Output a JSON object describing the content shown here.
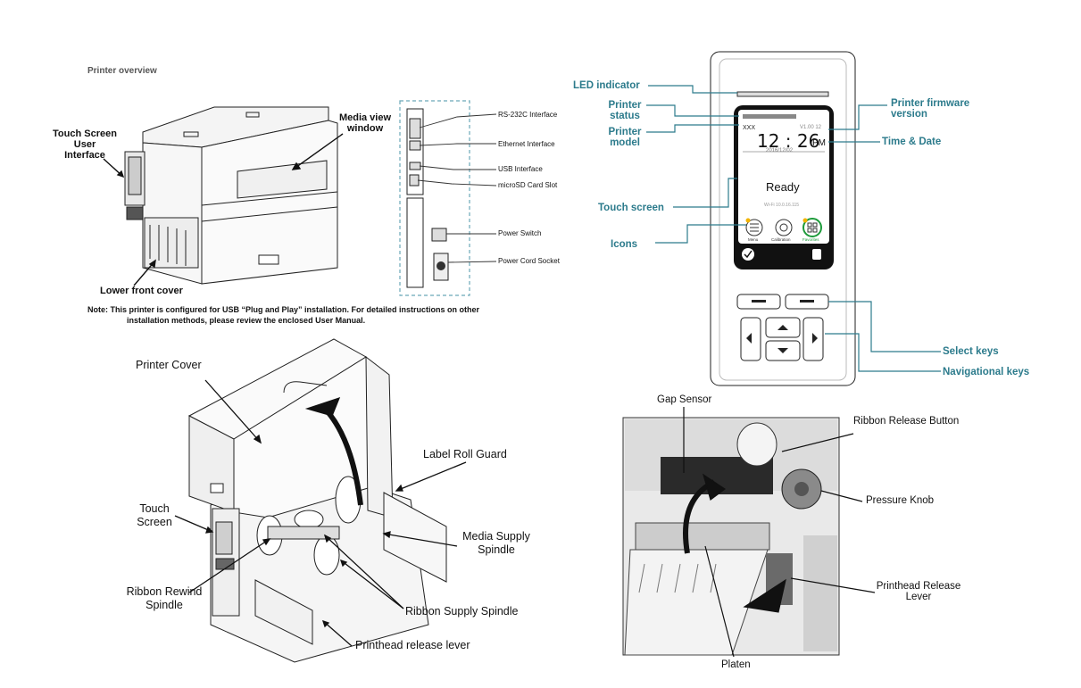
{
  "top_left": {
    "partial_heading": "Printer overview",
    "touch_screen_ui": [
      "Touch Screen",
      "User",
      "Interface"
    ],
    "media_view_window": [
      "Media view",
      "window"
    ],
    "lower_front_cover": "Lower front cover",
    "note_line1": "Note: This printer is configured for USB “Plug and Play” installation. For detailed instructions on other",
    "note_line2": "installation methods, please review the enclosed User Manual."
  },
  "rear_panel": {
    "rs232": "RS-232C Interface",
    "ethernet": "Ethernet Interface",
    "usb": "USB Interface",
    "microsd": "microSD Card Slot",
    "power_switch": "Power Switch",
    "power_cord": "Power Cord Socket"
  },
  "panel": {
    "led_indicator": "LED indicator",
    "printer_status": [
      "Printer",
      "status"
    ],
    "printer_model": [
      "Printer",
      "model"
    ],
    "firmware_version": [
      "Printer firmware",
      "version"
    ],
    "time_date": "Time & Date",
    "touch_screen": "Touch screen",
    "icons": "Icons",
    "select_keys": "Select keys",
    "navigational_keys": "Navigational keys"
  },
  "screen": {
    "model": "XXX",
    "version": "V1.00 12",
    "time": "12 : 26",
    "ampm": "PM",
    "date": "2016/12/02",
    "status": "Ready",
    "wifi": "Wi-Fi 10.0.16.115",
    "menu_label": "Menu",
    "calibration_label": "Calibration",
    "favorites_label": "Favorites"
  },
  "bottom_left": {
    "printer_cover": "Printer Cover",
    "label_roll_guard": "Label Roll Guard",
    "touch_screen": [
      "Touch",
      "Screen"
    ],
    "media_supply_spindle": [
      "Media Supply",
      "Spindle"
    ],
    "ribbon_rewind_spindle": [
      "Ribbon Rewind",
      "Spindle"
    ],
    "ribbon_supply_spindle": "Ribbon Supply Spindle",
    "printhead_release_lever": "Printhead release lever"
  },
  "bottom_right": {
    "gap_sensor": "Gap Sensor",
    "ribbon_release_button": "Ribbon Release Button",
    "pressure_knob": "Pressure Knob",
    "printhead_release_lever": [
      "Printhead Release",
      "Lever"
    ],
    "platen": "Platen"
  }
}
